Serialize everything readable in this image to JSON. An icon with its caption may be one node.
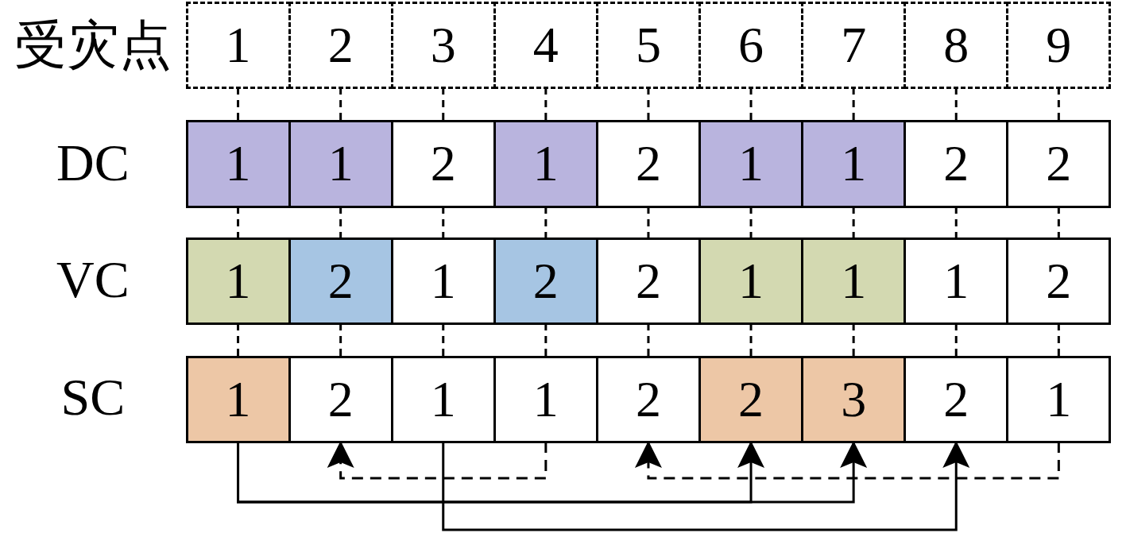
{
  "diagram": {
    "nodes": [
      {
        "text": [
          "1"
        ]
      },
      {
        "text": [
          "2"
        ]
      },
      {
        "text": [
          "3"
        ]
      },
      {
        "text": [
          "4"
        ]
      },
      {
        "text": [
          "5"
        ]
      },
      {
        "text": [
          "6"
        ]
      },
      {
        "text": [
          "7"
        ]
      },
      {
        "text": [
          "8"
        ]
      },
      {
        "text": [
          "9"
        ]
      },
      {
        "text": [
          "1"
        ]
      },
      {
        "text": [
          "1"
        ]
      },
      {
        "text": [
          "2"
        ]
      },
      {
        "text": [
          "1"
        ]
      },
      {
        "text": [
          "2"
        ]
      },
      {
        "text": [
          "1"
        ]
      },
      {
        "text": [
          "1"
        ]
      },
      {
        "text": [
          "2"
        ]
      },
      {
        "text": [
          "2"
        ]
      },
      {
        "text": [
          "1"
        ]
      },
      {
        "text": [
          "2"
        ]
      },
      {
        "text": [
          "1"
        ]
      },
      {
        "text": [
          "2"
        ]
      },
      {
        "text": [
          "2"
        ]
      },
      {
        "text": [
          "1"
        ]
      },
      {
        "text": [
          "1"
        ]
      },
      {
        "text": [
          "1"
        ]
      },
      {
        "text": [
          "2"
        ]
      },
      {
        "text": [
          "1"
        ]
      },
      {
        "text": [
          "2"
        ]
      },
      {
        "text": [
          "1"
        ]
      },
      {
        "text": [
          "1"
        ]
      },
      {
        "text": [
          "2"
        ]
      },
      {
        "text": [
          "2"
        ]
      },
      {
        "text": [
          "3"
        ]
      },
      {
        "text": [
          "2"
        ]
      },
      {
        "text": [
          "1"
        ]
      }
    ],
    "edges": [
      {
        "from": 0,
        "to": 9,
        "arrow": "none",
        "style": "dashed"
      },
      {
        "from": 1,
        "to": 10,
        "arrow": "none",
        "style": "dashed"
      },
      {
        "from": 2,
        "to": 11,
        "arrow": "none",
        "style": "dashed"
      },
      {
        "from": 3,
        "to": 12,
        "arrow": "none",
        "style": "dashed"
      },
      {
        "from": 4,
        "to": 13,
        "arrow": "none",
        "style": "dashed"
      },
      {
        "from": 5,
        "to": 14,
        "arrow": "none",
        "style": "dashed"
      },
      {
        "from": 6,
        "to": 15,
        "arrow": "none",
        "style": "dashed"
      },
      {
        "from": 7,
        "to": 16,
        "arrow": "none",
        "style": "dashed"
      },
      {
        "from": 8,
        "to": 17,
        "arrow": "none",
        "style": "dashed"
      },
      {
        "from": 9,
        "to": 18,
        "arrow": "none",
        "style": "dashed"
      },
      {
        "from": 10,
        "to": 19,
        "arrow": "none",
        "style": "dashed"
      },
      {
        "from": 11,
        "to": 20,
        "arrow": "none",
        "style": "dashed"
      },
      {
        "from": 12,
        "to": 21,
        "arrow": "none",
        "style": "dashed"
      },
      {
        "from": 13,
        "to": 22,
        "arrow": "none",
        "style": "dashed"
      },
      {
        "from": 14,
        "to": 23,
        "arrow": "none",
        "style": "dashed"
      },
      {
        "from": 15,
        "to": 24,
        "arrow": "none",
        "style": "dashed"
      },
      {
        "from": 16,
        "to": 25,
        "arrow": "none",
        "style": "dashed"
      },
      {
        "from": 17,
        "to": 26,
        "arrow": "none",
        "style": "dashed"
      },
      {
        "from": 18,
        "to": 27,
        "arrow": "none",
        "style": "dashed"
      },
      {
        "from": 19,
        "to": 28,
        "arrow": "none",
        "style": "dashed"
      },
      {
        "from": 20,
        "to": 29,
        "arrow": "none",
        "style": "dashed"
      },
      {
        "from": 21,
        "to": 30,
        "arrow": "none",
        "style": "dashed"
      },
      {
        "from": 22,
        "to": 31,
        "arrow": "none",
        "style": "dashed"
      },
      {
        "from": 23,
        "to": 32,
        "arrow": "none",
        "style": "dashed"
      },
      {
        "from": 24,
        "to": 33,
        "arrow": "none",
        "style": "dashed"
      },
      {
        "from": 25,
        "to": 34,
        "arrow": "none",
        "style": "dashed"
      },
      {
        "from": 26,
        "to": 35,
        "arrow": "none",
        "style": "dashed"
      },
      {
        "from": 27,
        "to": 32,
        "arrow": "to"
      },
      {
        "from": 27,
        "to": 33,
        "arrow": "to"
      },
      {
        "from": 29,
        "to": 34,
        "arrow": "to"
      },
      {
        "from": 30,
        "to": 28,
        "arrow": "to",
        "style": "dashed"
      },
      {
        "from": 35,
        "to": 31,
        "arrow": "to",
        "style": "dashed"
      }
    ],
    "labels": [
      "受灾点",
      "DC",
      "VC",
      "SC"
    ]
  }
}
